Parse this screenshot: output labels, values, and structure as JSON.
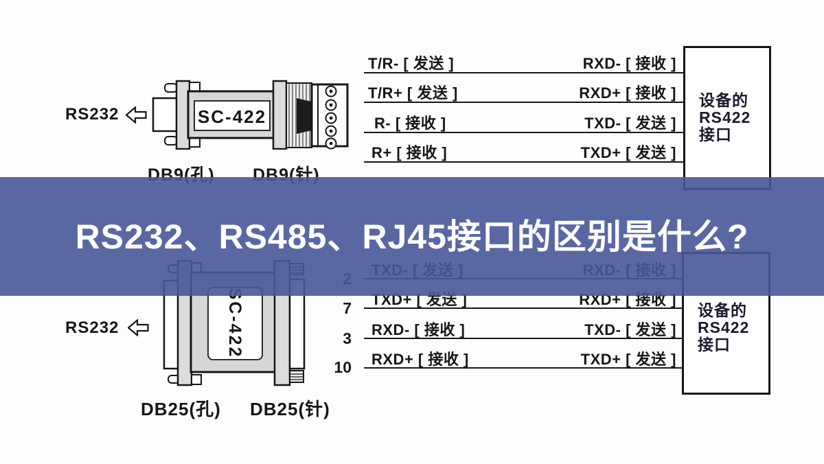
{
  "banner": {
    "title": "RS232、RS485、RJ45接口的区别是什么?",
    "bg_color": "#5a6ca5",
    "text_color": "#ffffff"
  },
  "colors": {
    "line": "#161616",
    "device_gray": "#d7d7d7",
    "background": "#fdfdfe"
  },
  "top_diagram": {
    "source_label": "RS232",
    "converter_label": "SC-422",
    "connector_left": "DB9(孔)",
    "connector_right": "DB9(针)",
    "wires": [
      {
        "from": "T/R- [ 发送 ]",
        "to": "RXD- [ 接收 ]"
      },
      {
        "from": "T/R+ [ 发送 ]",
        "to": "RXD+ [ 接收 ]"
      },
      {
        "from": "R- [ 接收 ]",
        "to": "TXD- [ 发送 ]"
      },
      {
        "from": "R+ [ 接收 ]",
        "to": "TXD+ [ 发送 ]"
      }
    ],
    "device_box": {
      "line1": "设备的",
      "line2": "RS422",
      "line3": "接口"
    }
  },
  "bottom_diagram": {
    "source_label": "RS232",
    "converter_label": "SC-422",
    "connector_left": "DB25(孔)",
    "connector_right": "DB25(针)",
    "wires": [
      {
        "pin": "2",
        "from": "TXD- [ 发送 ]",
        "to": "RXD- [ 接收 ]"
      },
      {
        "pin": "7",
        "from": "TXD+ [ 发送 ]",
        "to": "RXD+ [ 接收 ]"
      },
      {
        "pin": "3",
        "from": "RXD- [ 接收 ]",
        "to": "TXD- [ 发送 ]"
      },
      {
        "pin": "10",
        "from": "RXD+ [ 接收 ]",
        "to": "TXD+ [ 发送 ]"
      }
    ],
    "device_box": {
      "line1": "设备的",
      "line2": "RS422",
      "line3": "接口"
    }
  }
}
